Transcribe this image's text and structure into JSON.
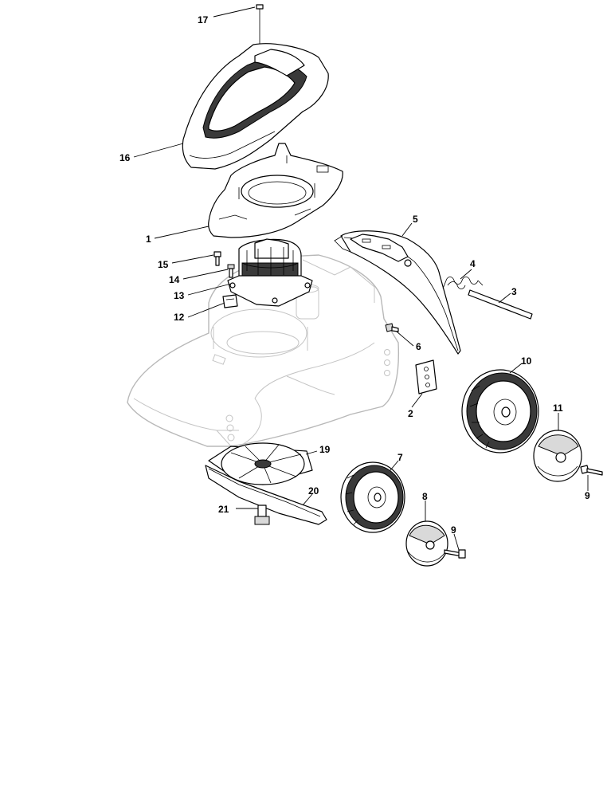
{
  "callouts": {
    "c1": "1",
    "c2": "2",
    "c3": "3",
    "c4": "4",
    "c5": "5",
    "c6": "6",
    "c7": "7",
    "c8": "8",
    "c9a": "9",
    "c9b": "9",
    "c10": "10",
    "c11": "11",
    "c12": "12",
    "c13": "13",
    "c14": "14",
    "c15": "15",
    "c16": "16",
    "c17": "17",
    "c19": "19",
    "c20": "20",
    "c21": "21"
  },
  "colors": {
    "line": "#000000",
    "housing": "#b8b8b8",
    "dark_fill": "#3a3a3a",
    "light_fill": "#d9d9d9"
  }
}
